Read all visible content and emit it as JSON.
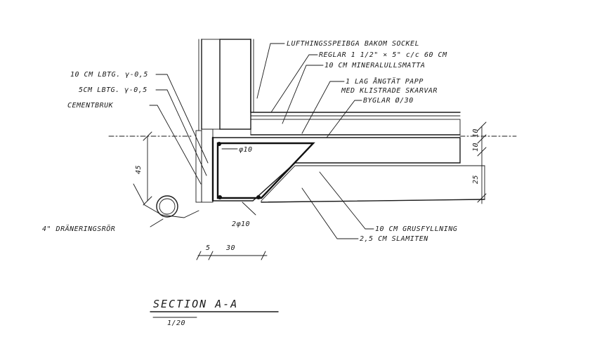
{
  "labels": {
    "luft": "LUFTHINGSSPEIBGA BAKOM SOCKEL",
    "reglar": "REGLAR 1 1/2\" × 5\" c/c 60 CM",
    "mineral": "10 CM MINERALULLSMATTA",
    "papp1": "1 LAG ÅNGTÄT PAPP",
    "papp2": "MED KLISTRADE SKARVAR",
    "byglar": "BYGLAR Ø/30",
    "lbtg1": "10 CM LBTG. γ-0,5",
    "lbtg2": "5CM LBTG. γ-0,5",
    "cement": "CEMENTBRUK",
    "phi10": "φ10",
    "dim45": "45",
    "drain": "4\" DRÄNERINGSRÖR",
    "twophi": "2φ10",
    "grus": "10 CM GRUSFYLLNING",
    "slam": "2,5 CM SLAMITEN",
    "dim5": "5",
    "dim30": "30",
    "dim10a": "10",
    "dim10b": "10",
    "dim25": "25",
    "title": "SECTION A-A",
    "scale": "1/20"
  }
}
